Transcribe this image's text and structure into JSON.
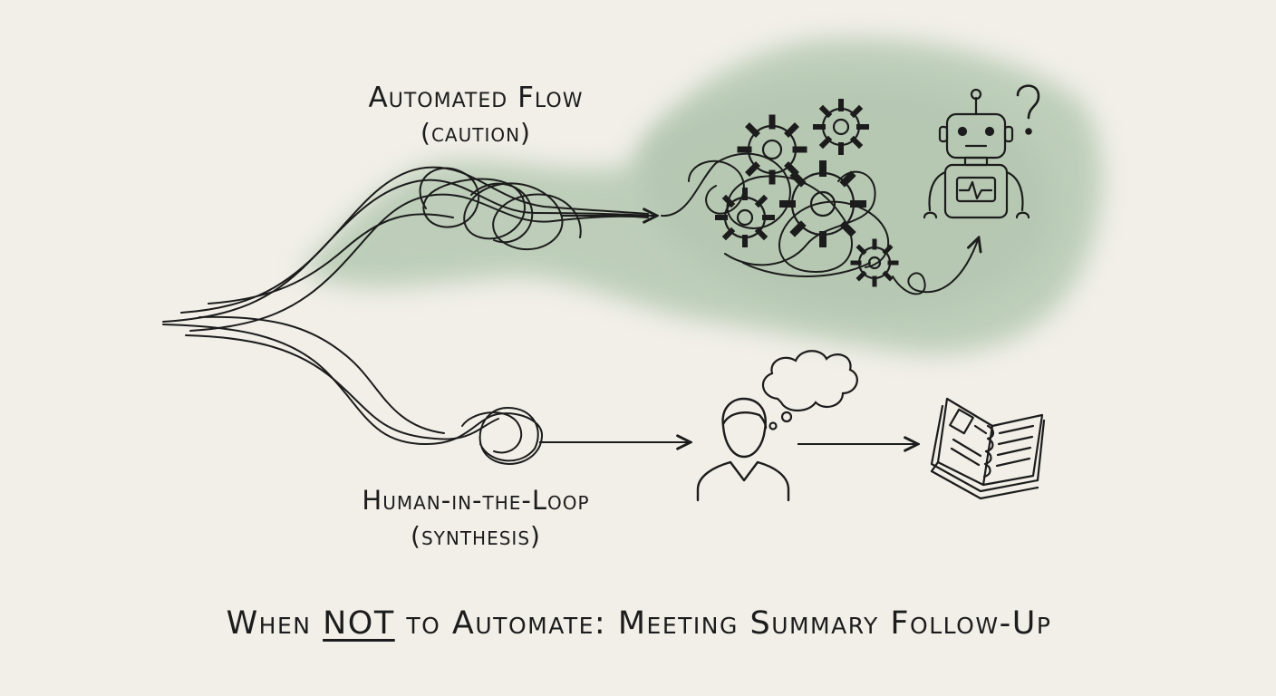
{
  "labels": {
    "automated_title": "Automated Flow",
    "automated_sub": "(caution)",
    "human_title": "Human-in-the-Loop",
    "human_sub": "(synthesis)"
  },
  "title": {
    "before": "When ",
    "emphasis": "NOT",
    "after": " to Automate: Meeting Summary Follow-Up"
  },
  "icons": [
    "gear-icon",
    "robot-icon",
    "question-mark-icon",
    "person-icon",
    "thought-bubble-icon",
    "notebook-icon",
    "arrow-icon"
  ],
  "colors": {
    "background": "#f1efe8",
    "ink": "#1c1c1c",
    "wash_green": "#9bb89a"
  }
}
